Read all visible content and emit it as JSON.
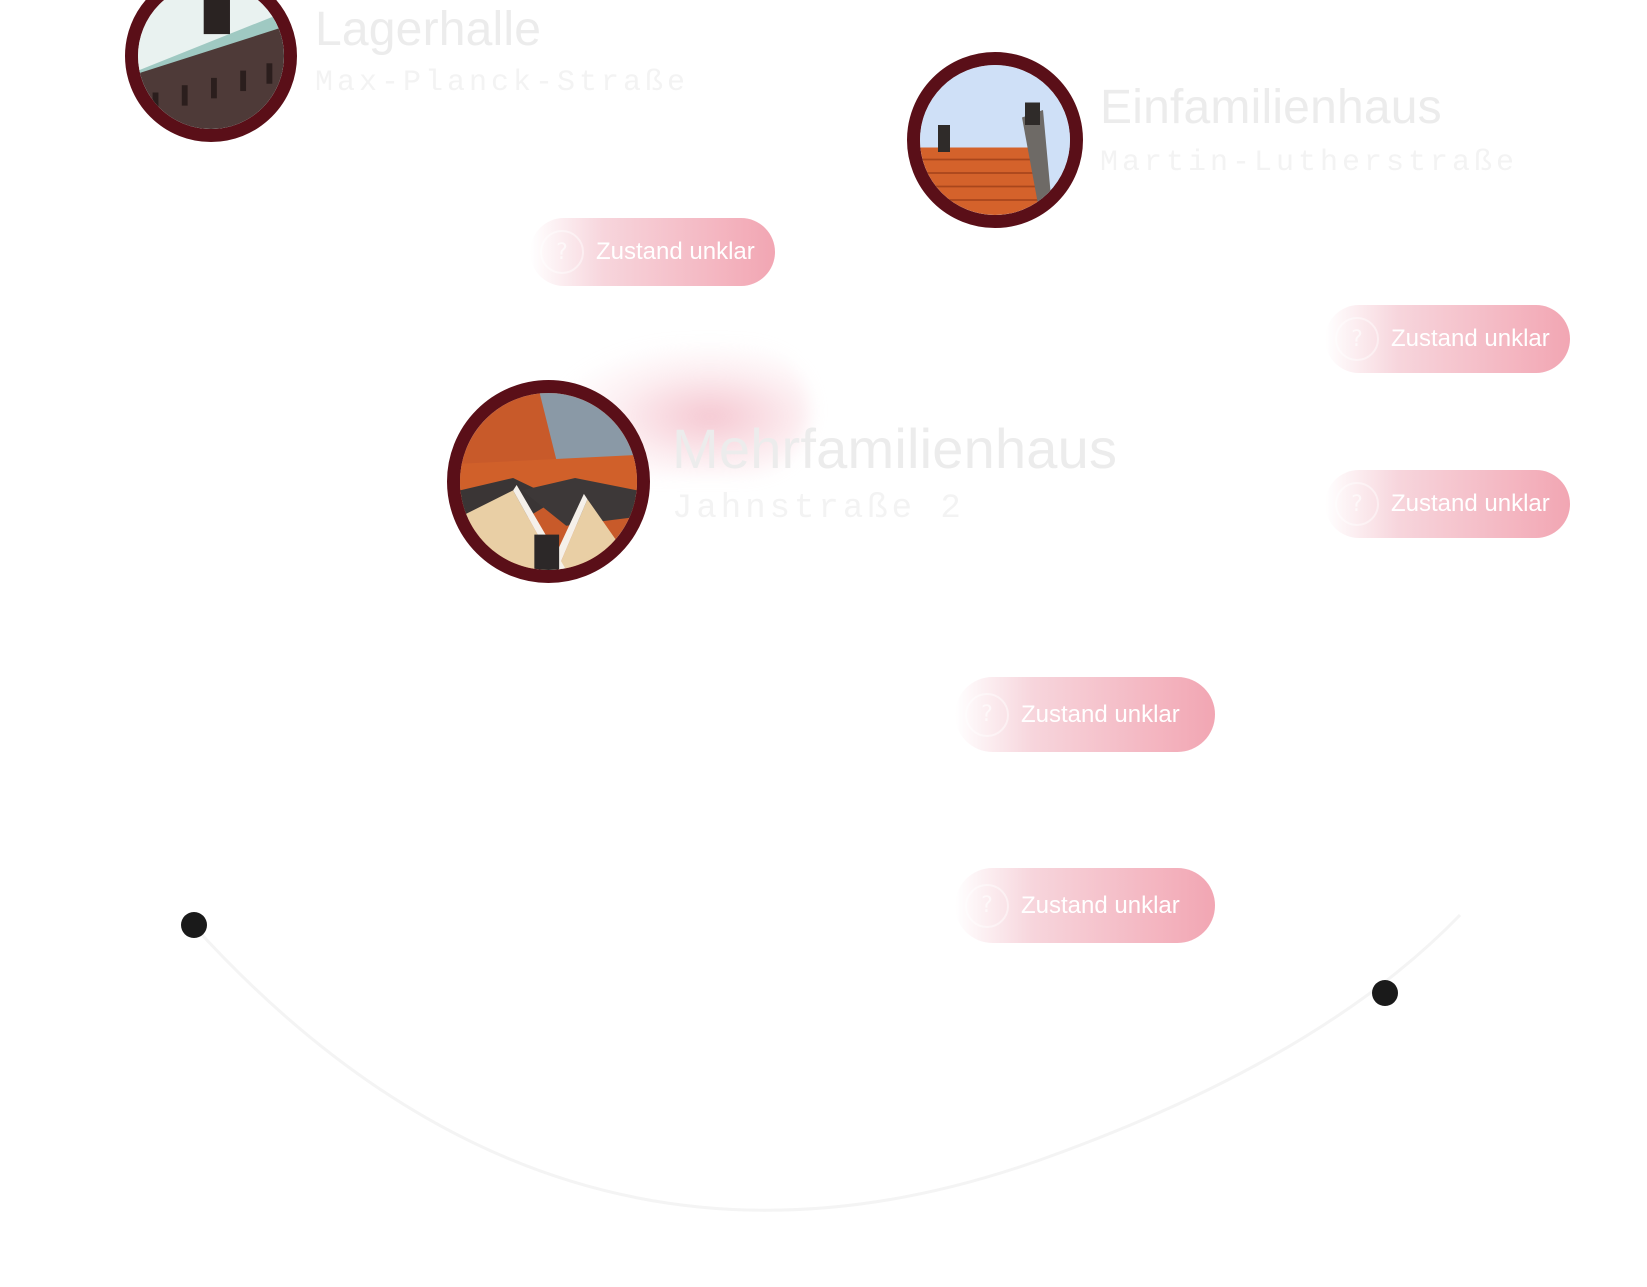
{
  "colors": {
    "avatar_border": "#5a0f18",
    "pill_start": "#f7d5dc",
    "pill_end": "#f2a6b3",
    "title_text": "#ececec",
    "dot": "#1a1a1a"
  },
  "properties": [
    {
      "title": "Lagerhalle",
      "address": "Max-Planck-Straße",
      "image": "warehouse-roof-photo"
    },
    {
      "title": "Einfamilienhaus",
      "address": "Martin-Lutherstraße",
      "image": "tiled-roof-chimney-photo"
    },
    {
      "title": "Mehrfamilienhaus",
      "address": "Jahnstraße 2",
      "image": "rooftops-photo"
    }
  ],
  "status_pills": [
    {
      "label": "Zustand unklar",
      "icon": "question-icon"
    },
    {
      "label": "Zustand unklar",
      "icon": "question-icon"
    },
    {
      "label": "Zustand unklar",
      "icon": "question-icon"
    },
    {
      "label": "Zustand unklar",
      "icon": "question-icon"
    },
    {
      "label": "Zustand unklar",
      "icon": "question-icon"
    }
  ]
}
